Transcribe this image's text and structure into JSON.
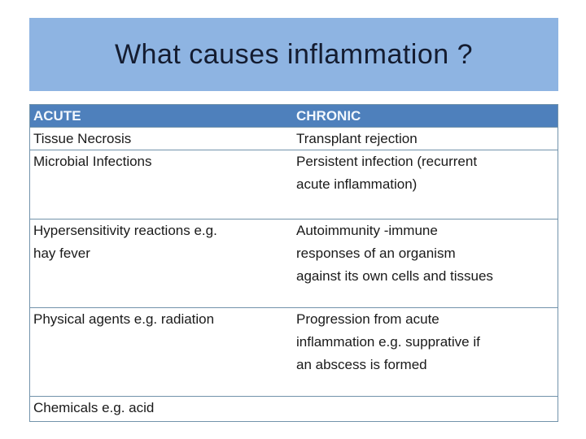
{
  "slide": {
    "title": "What causes inflammation ?"
  },
  "table": {
    "headers": {
      "acute": "ACUTE",
      "chronic": "CHRONIC"
    },
    "rows": [
      {
        "acute": "Tissue Necrosis",
        "chronic": "Transplant rejection"
      },
      {
        "acute": "Microbial Infections",
        "chronic": "Persistent infection (recurrent\nacute inflammation)"
      },
      {
        "acute": "Hypersensitivity reactions e.g.\nhay fever",
        "chronic": "Autoimmunity -immune\nresponses of an organism\nagainst its own cells and tissues"
      },
      {
        "acute": "Physical agents e.g. radiation",
        "chronic": "Progression from acute\ninflammation e.g. supprative if\nan abscess is formed"
      },
      {
        "acute": "Chemicals e.g. acid",
        "chronic": ""
      }
    ]
  },
  "colors": {
    "banner_bg": "#8EB4E2",
    "title_text": "#141C30",
    "header_bg": "#4E80BC",
    "header_text": "#F2F7FD",
    "border": "#7293AB",
    "body_text": "#1A1A1A"
  }
}
